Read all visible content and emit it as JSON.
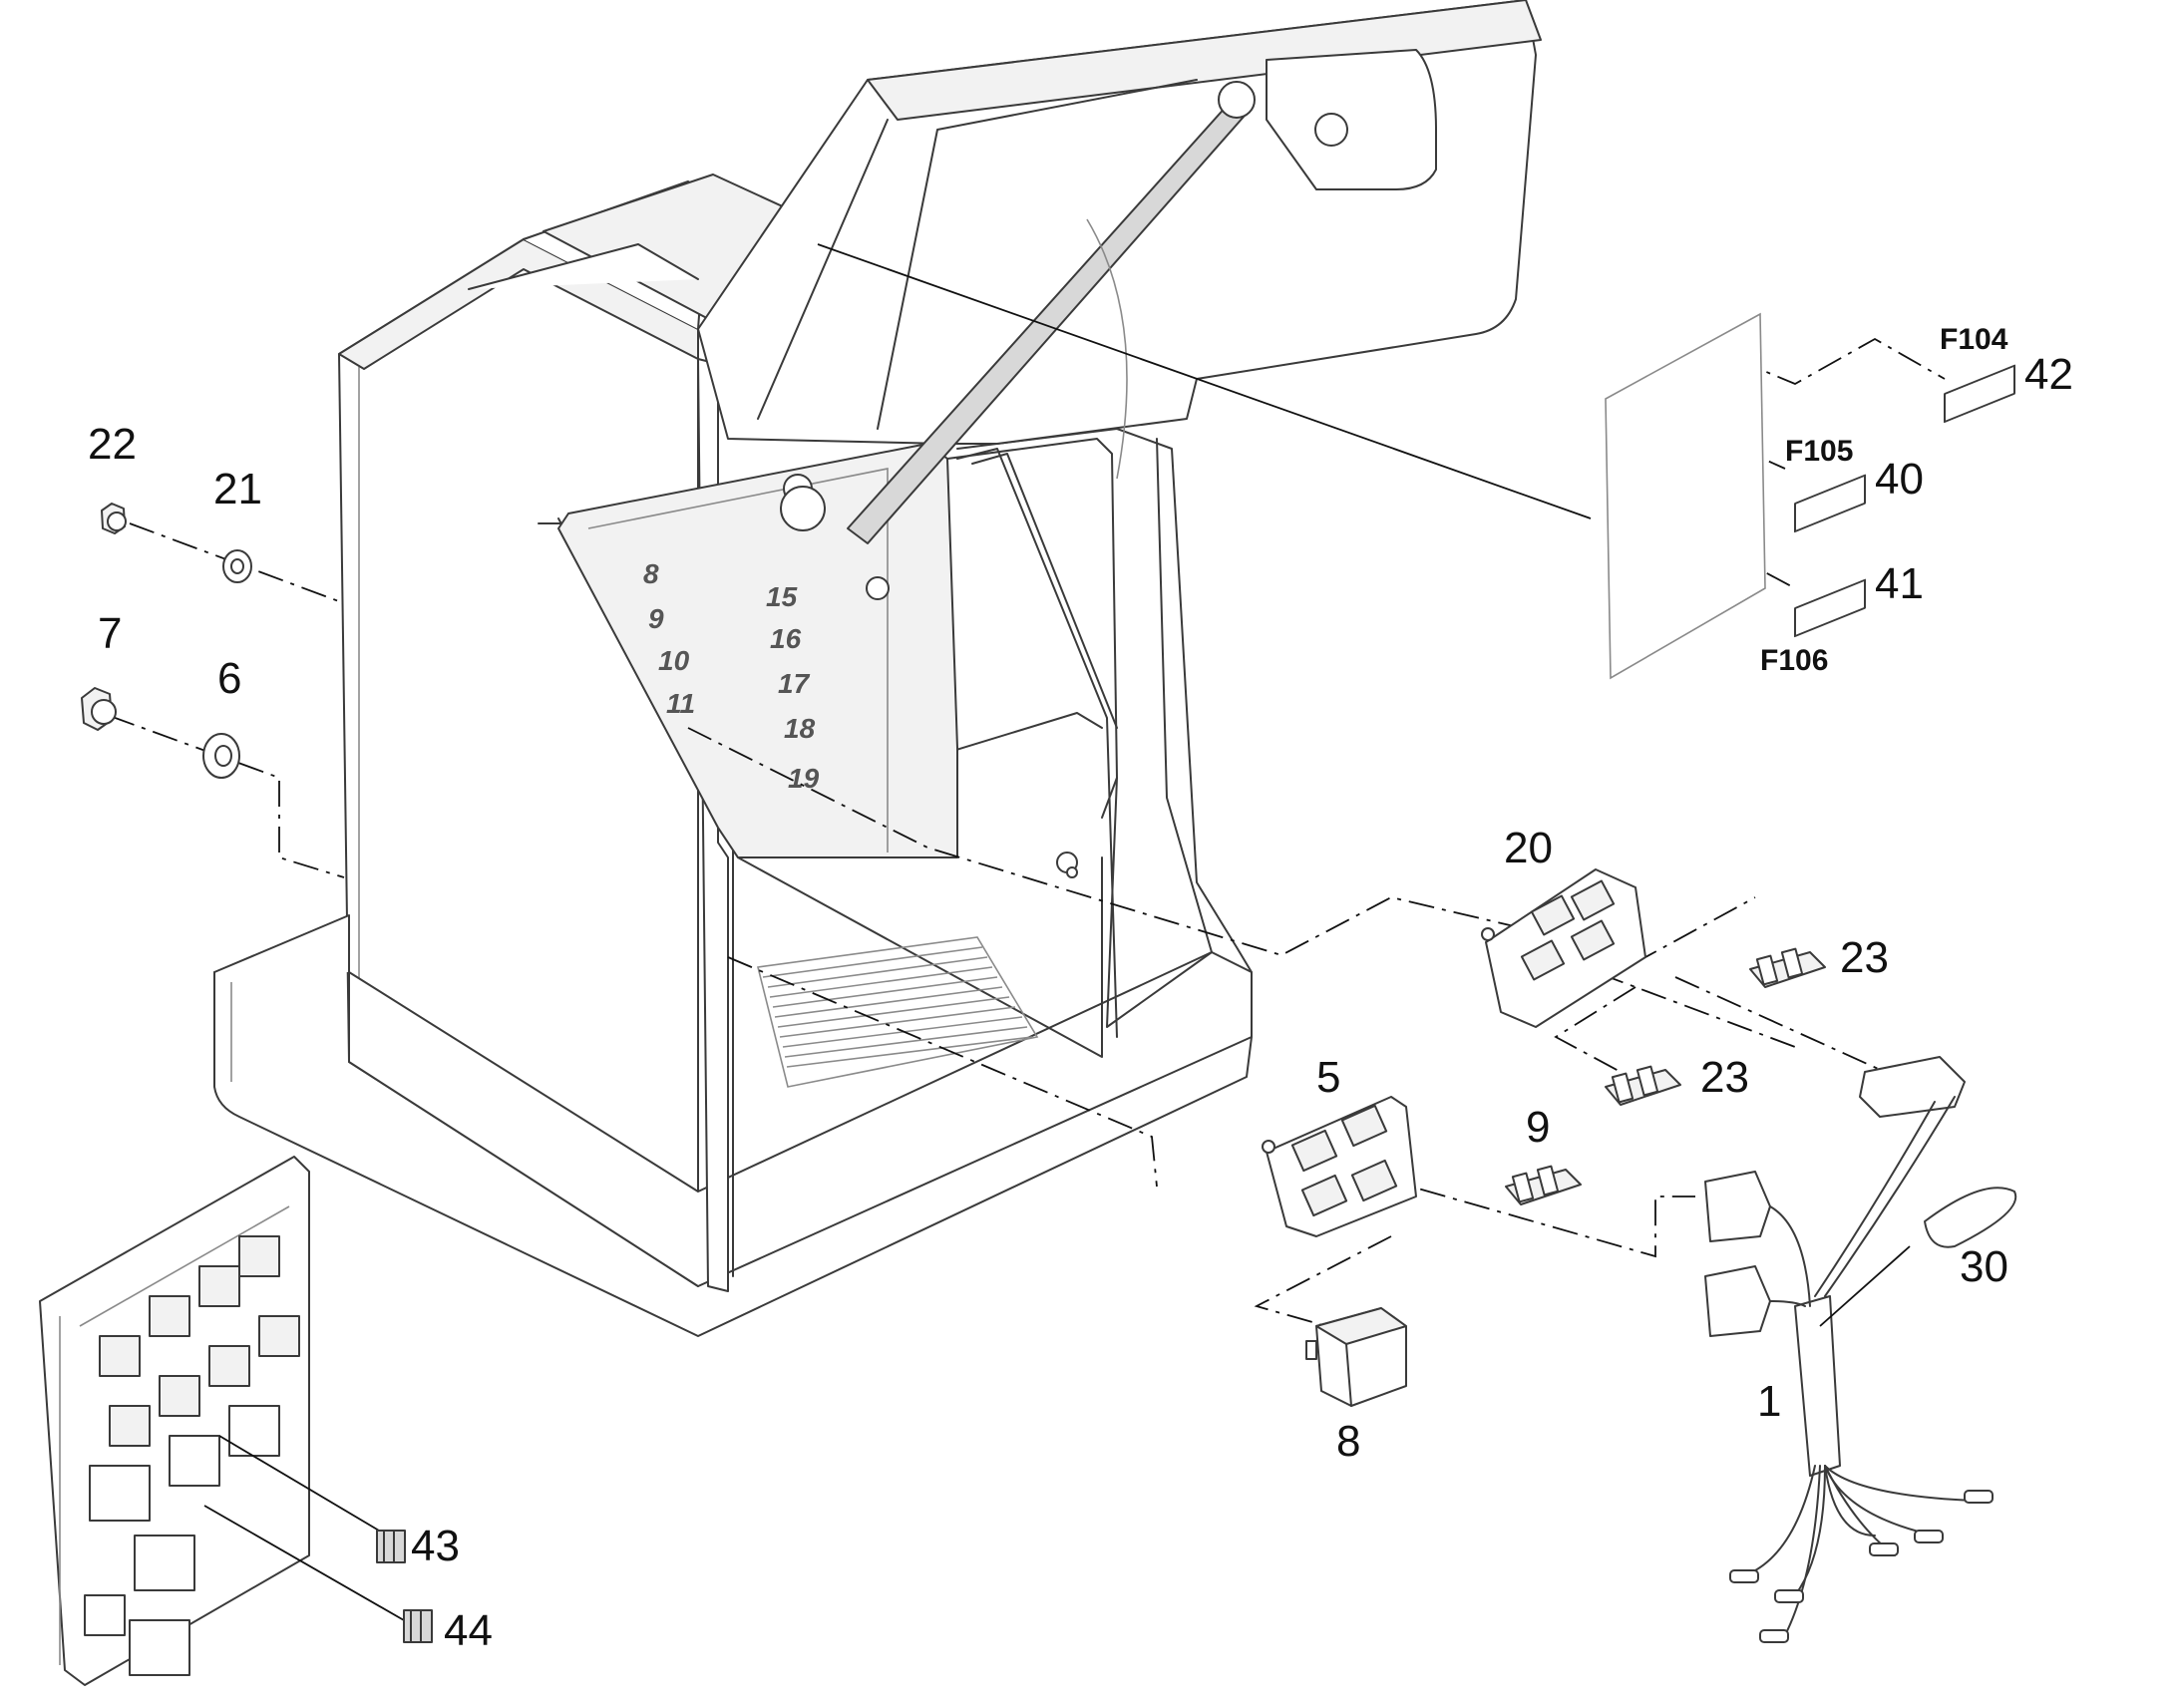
{
  "callouts": {
    "c22": "22",
    "c21": "21",
    "c7": "7",
    "c6": "6",
    "c20": "20",
    "c23a": "23",
    "c23b": "23",
    "c5": "5",
    "c9": "9",
    "c8": "8",
    "c1": "1",
    "c30": "30",
    "c43": "43",
    "c44": "44",
    "c42": "42",
    "c40": "40",
    "c41": "41"
  },
  "fuse_labels": {
    "f104": "F104",
    "f105": "F105",
    "f106": "F106"
  },
  "plate_numbers": [
    "8",
    "9",
    "10",
    "11",
    "15",
    "16",
    "17",
    "18",
    "19"
  ]
}
